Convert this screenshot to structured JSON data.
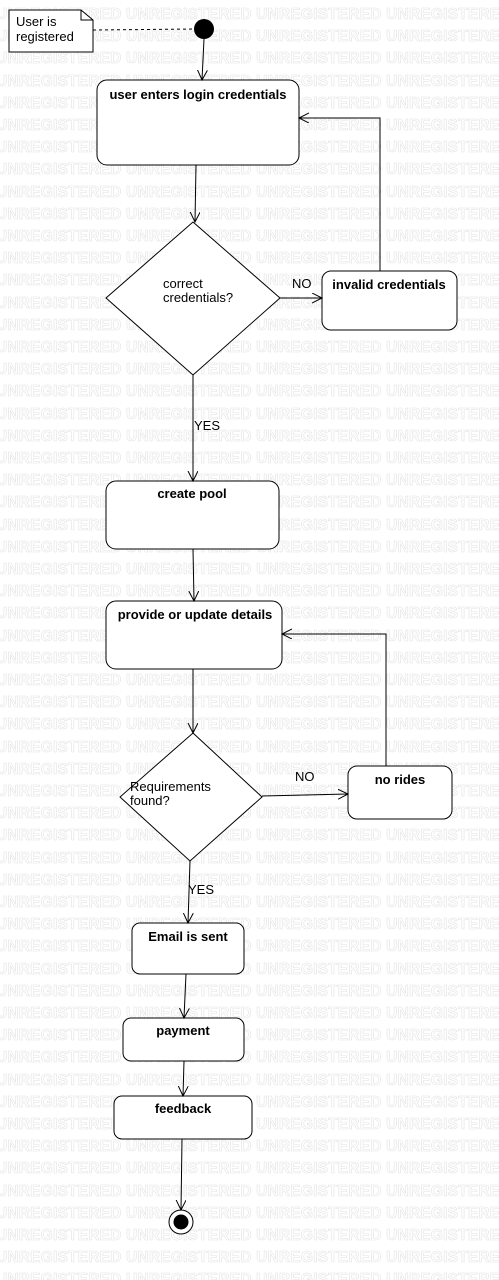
{
  "watermark": "UNREGISTERED",
  "note": {
    "line1": "User is",
    "line2": "registered"
  },
  "nodes": {
    "login": "user enters login credentials",
    "invalid": "invalid credentials",
    "create_pool": "create pool",
    "details": "provide or update details",
    "no_rides": "no rides",
    "email": "Email is sent",
    "payment": "payment",
    "feedback": "feedback"
  },
  "decisions": {
    "credentials": {
      "line1": "correct",
      "line2": "credentials?"
    },
    "requirements": {
      "line1": "Requirements",
      "line2": "found?"
    }
  },
  "guards": {
    "cred_no": "NO",
    "cred_yes": "YES",
    "req_no": "NO",
    "req_yes": "YES"
  },
  "colors": {
    "stroke": "#000000",
    "fill": "#ffffff",
    "watermark": "#e3e3e3"
  }
}
